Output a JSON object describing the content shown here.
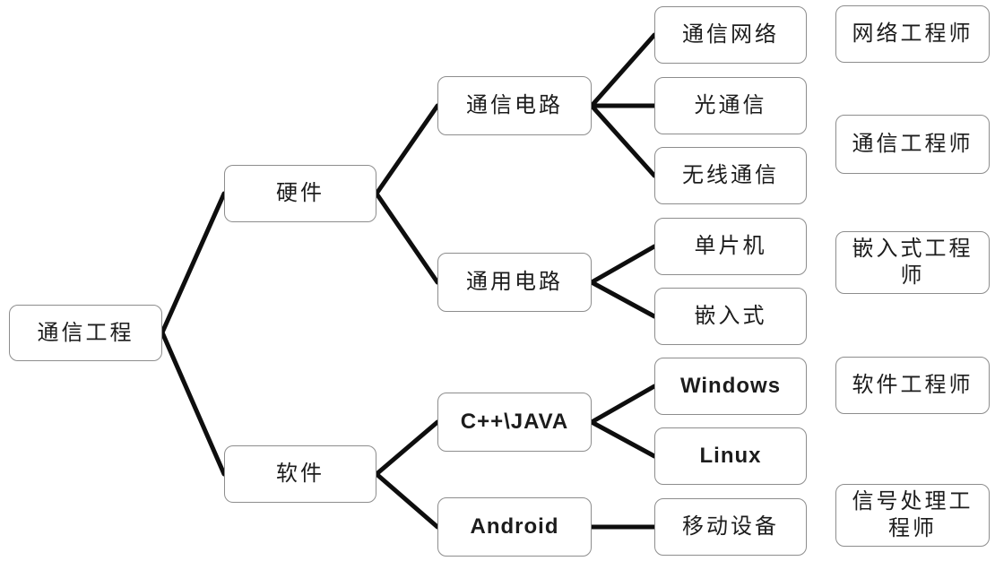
{
  "diagram_title": "Communication engineering mind map",
  "colors": {
    "background": "#ffffff",
    "box_border": "#8d8d8d",
    "connector_line": "#0e0e0e",
    "text": "#1c1c1c"
  },
  "nodes": {
    "root": {
      "label": "通信工程"
    },
    "hardware": {
      "label": "硬件"
    },
    "software": {
      "label": "软件"
    },
    "comm_circuit": {
      "label": "通信电路"
    },
    "general_circuit": {
      "label": "通用电路"
    },
    "cpp_java": {
      "label": "C++\\JAVA"
    },
    "android": {
      "label": "Android"
    },
    "comm_network": {
      "label": "通信网络"
    },
    "optical_comm": {
      "label": "光通信"
    },
    "wireless_comm": {
      "label": "无线通信"
    },
    "mcu": {
      "label": "单片机"
    },
    "embedded": {
      "label": "嵌入式"
    },
    "windows": {
      "label": "Windows"
    },
    "linux": {
      "label": "Linux"
    },
    "mobile_device": {
      "label": "移动设备"
    }
  },
  "careers": [
    {
      "label": "网络工程师"
    },
    {
      "label": "通信工程师"
    },
    {
      "label": "嵌入式工程师"
    },
    {
      "label": "软件工程师"
    },
    {
      "label": "信号处理工程师"
    }
  ]
}
